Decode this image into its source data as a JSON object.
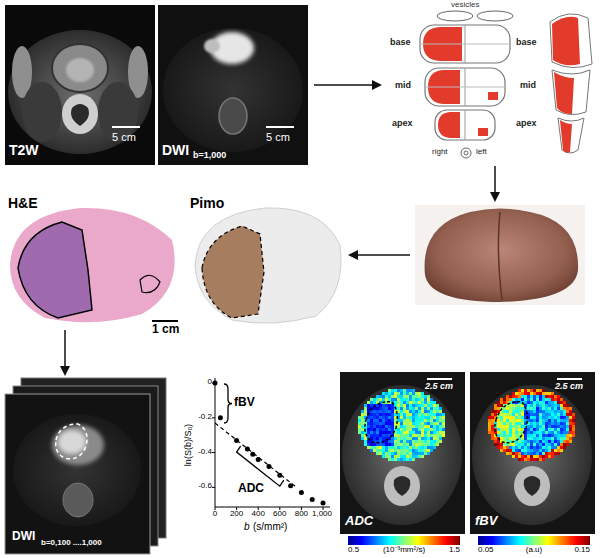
{
  "diagram": {
    "labels": [
      "T2W",
      "5 cm",
      "DWI",
      "b=1,000",
      "5 cm",
      "vesicles",
      "base",
      "base",
      "mid",
      "mid",
      "apex",
      "apex",
      "right",
      "left",
      "H&E",
      "Pimo",
      "1 cm",
      "DWI",
      "b=0,100 ....1,000",
      "fBV",
      "ADC",
      "ln(S(b)/S₀)",
      "0",
      "-0.2",
      "-0.4",
      "-0.6",
      "0",
      "200",
      "400",
      "600",
      "800",
      "1,000",
      "b",
      "(s/mm²)",
      "ADC",
      "2.5 cm",
      "0.5",
      "(10⁻³mm²/s)",
      "1.5",
      "fBV",
      "2.5 cm",
      "0.05",
      "(a.u)",
      "0.15"
    ]
  }
}
